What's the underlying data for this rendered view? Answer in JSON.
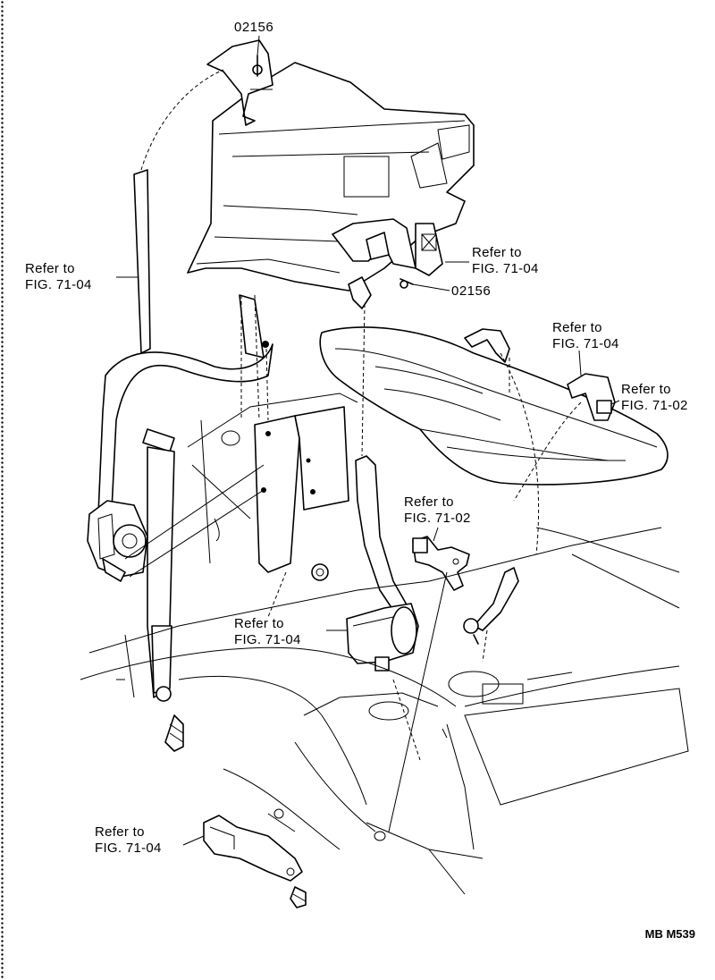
{
  "part_codes": {
    "top": "02156",
    "right": "02156"
  },
  "refs": {
    "left_belt": {
      "line1": "Refer to",
      "line2": "FIG. 71-04"
    },
    "upper_mid": {
      "line1": "Refer to",
      "line2": "FIG. 71-04"
    },
    "seat_left": {
      "line1": "Refer to",
      "line2": "FIG. 71-04"
    },
    "seat_right": {
      "line1": "Refer to",
      "line2": "FIG. 71-02"
    },
    "buckle_right": {
      "line1": "Refer to",
      "line2": "FIG. 71-02"
    },
    "retractor_center": {
      "line1": "Refer to",
      "line2": "FIG. 71-04"
    },
    "anchor_bottom": {
      "line1": "Refer to",
      "line2": "FIG. 71-04"
    }
  },
  "drawing_code": "MB M539"
}
